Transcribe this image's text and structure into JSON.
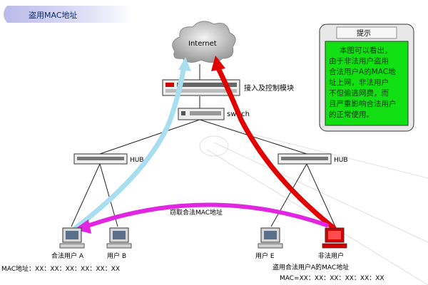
{
  "title": "盗用MAC地址",
  "internet": "Internet",
  "access_module_label": "接入及控制模块",
  "switch_label": "switch",
  "hub_left_label": "HUB",
  "hub_right_label": "HUB",
  "hint": {
    "title": "提示",
    "lines": [
      "本图可以看出，",
      "由于非法用户盗用",
      "合法用户A的MAC地",
      "址上网，非法用户",
      "不但偷逃网费，而",
      "且严重影响合法用户",
      "的正常使用。"
    ]
  },
  "steal_label": "窃取合法MAC地址",
  "users": {
    "a_label": "合法用户 A",
    "a_mac": "MAC地址：XX：XX：XX：XX：XX：XX",
    "b_label": "用户 B",
    "e_label": "用户 E",
    "illegal_label": "非法用户",
    "illegal_desc": "盗用合法用户A的MAC地址",
    "illegal_mac": "MAC=XX：XX：XX：XX：XX：XX"
  },
  "colors": {
    "legit_arrow": "#a8dff0",
    "illegal_arrow": "#e00000",
    "steal_arrow": "#e026e0",
    "hint_bg": "#12e012",
    "illegal_pc": "#d40000"
  }
}
